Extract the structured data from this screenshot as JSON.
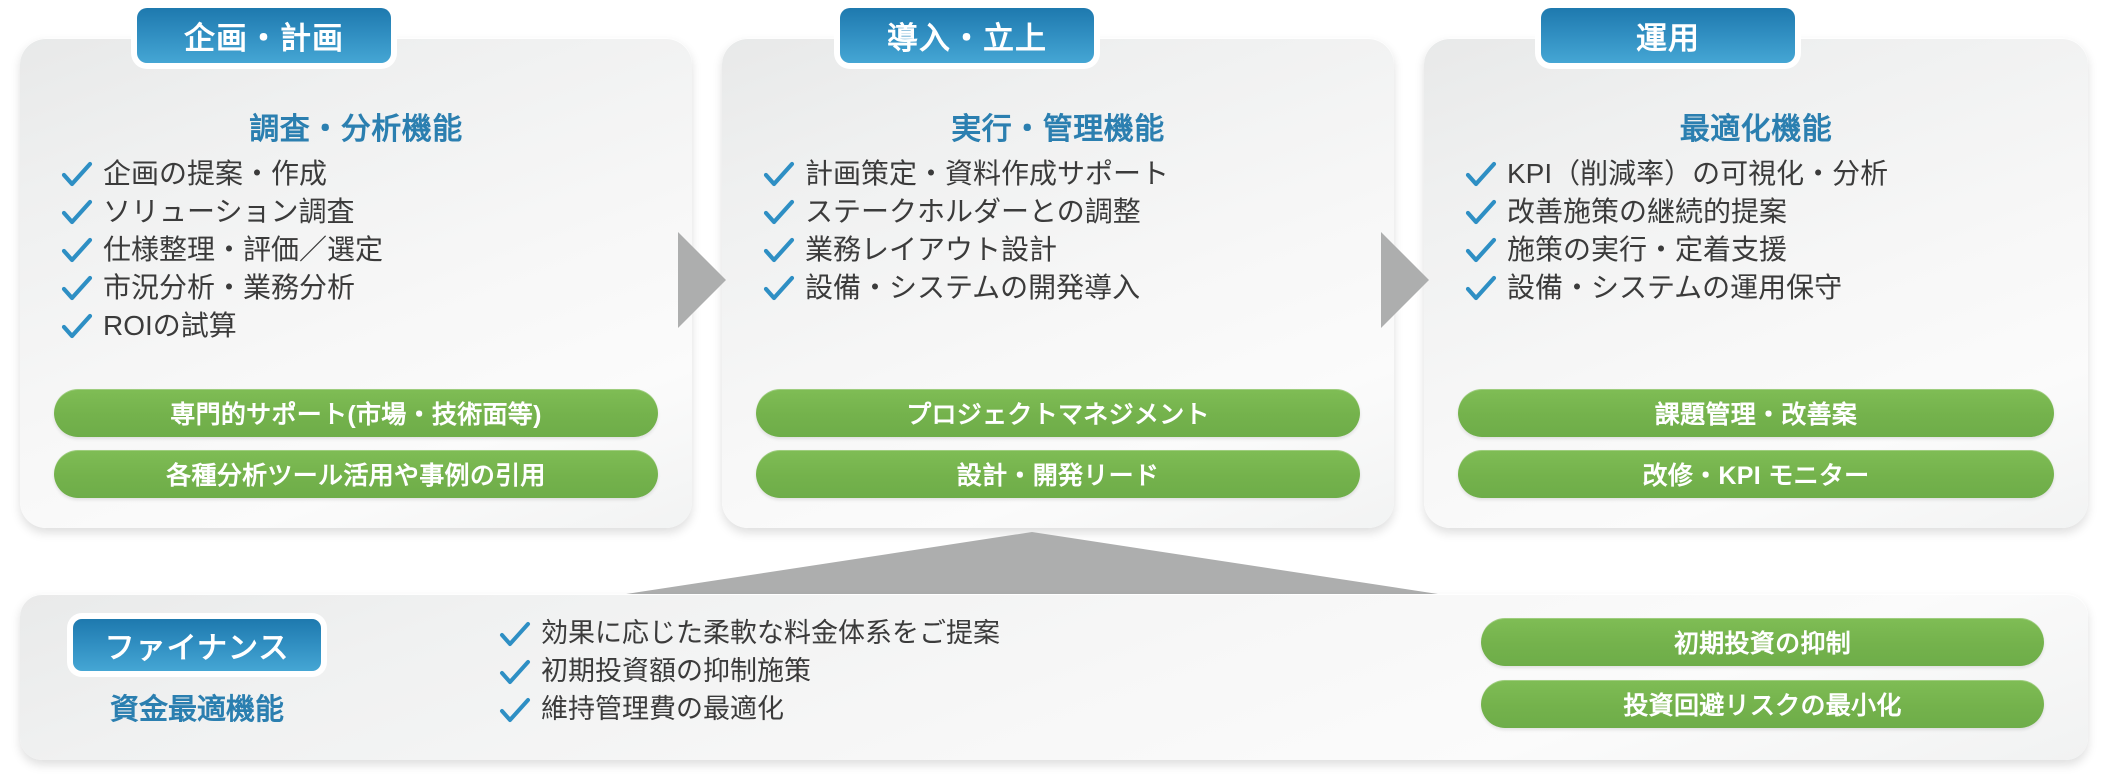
{
  "diagram": {
    "title": "",
    "colors": {
      "tab_blue_dark": "#1e79ae",
      "tab_blue_light": "#45a6d4",
      "subtitle_blue": "#2b7fb0",
      "check_blue": "#2e8fc4",
      "pill_green": "#74b24c",
      "arrow_gray": "#adaeae",
      "panel_bg": "#f4f5f5",
      "body_text": "#3b3b3b"
    },
    "phases": [
      {
        "tab_label": "企画・計画",
        "subtitle": "調査・分析機能",
        "checks": [
          "企画の提案・作成",
          "ソリューション調査",
          "仕様整理・評価／選定",
          "市況分析・業務分析",
          "ROIの試算"
        ],
        "pills": [
          "専門的サポート(市場・技術面等)",
          "各種分析ツール活用や事例の引用"
        ]
      },
      {
        "tab_label": "導入・立上",
        "subtitle": "実行・管理機能",
        "checks": [
          "計画策定・資料作成サポート",
          "ステークホルダーとの調整",
          "業務レイアウト設計",
          "設備・システムの開発導入"
        ],
        "pills": [
          "プロジェクトマネジメント",
          "設計・開発リード"
        ]
      },
      {
        "tab_label": "運用",
        "subtitle": "最適化機能",
        "checks": [
          "KPI（削減率）の可視化・分析",
          "改善施策の継続的提案",
          "施策の実行・定着支援",
          "設備・システムの運用保守"
        ],
        "pills": [
          "課題管理・改善案",
          "改修・KPI モニター"
        ]
      }
    ],
    "finance": {
      "tab_label": "ファイナンス",
      "subtitle": "資金最適機能",
      "checks": [
        "効果に応じた柔軟な料金体系をご提案",
        "初期投資額の抑制施策",
        "維持管理費の最適化"
      ],
      "pills": [
        "初期投資の抑制",
        "投資回避リスクの最小化"
      ]
    },
    "connectors": {
      "arrow_1_2": "right-arrow",
      "arrow_2_3": "right-arrow",
      "arrow_finance_up": "up-arrow"
    }
  }
}
